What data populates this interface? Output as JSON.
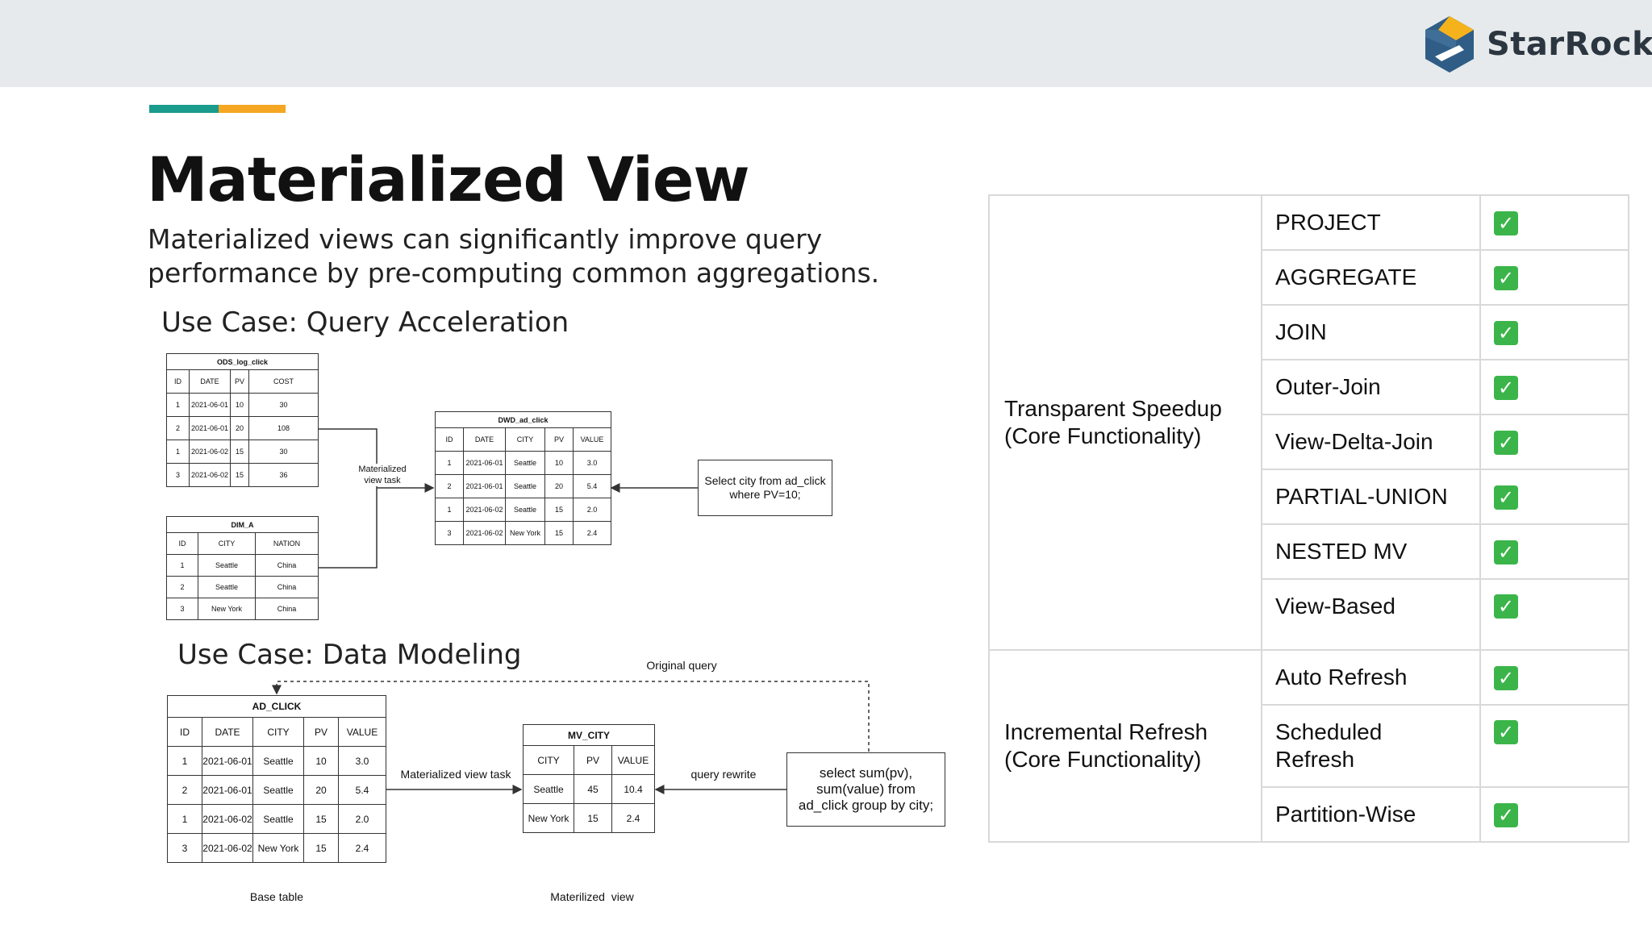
{
  "brand": {
    "name": "StarRocks",
    "colors": {
      "accent_teal": "#1a9b8c",
      "accent_orange": "#f5a623",
      "logo_blue": "#2f5d86",
      "logo_yellow": "#f6b21b"
    }
  },
  "slide": {
    "title": "Materialized View",
    "subtitle": "Materialized views can significantly improve query performance by pre-computing common aggregations."
  },
  "diagram1": {
    "heading": "Use Case: Query Acceleration",
    "ods_log_click": {
      "name": "ODS_log_click",
      "headers": [
        "ID",
        "DATE",
        "PV",
        "COST"
      ],
      "rows": [
        [
          "1",
          "2021-06-01",
          "10",
          "30"
        ],
        [
          "2",
          "2021-06-01",
          "20",
          "108"
        ],
        [
          "1",
          "2021-06-02",
          "15",
          "30"
        ],
        [
          "3",
          "2021-06-02",
          "15",
          "36"
        ]
      ]
    },
    "dim_a": {
      "name": "DIM_A",
      "headers": [
        "ID",
        "CITY",
        "NATION"
      ],
      "rows": [
        [
          "1",
          "Seattle",
          "China"
        ],
        [
          "2",
          "Seattle",
          "China"
        ],
        [
          "3",
          "New York",
          "China"
        ]
      ]
    },
    "dwd_ad_click": {
      "name": "DWD_ad_click",
      "headers": [
        "ID",
        "DATE",
        "CITY",
        "PV",
        "VALUE"
      ],
      "rows": [
        [
          "1",
          "2021-06-01",
          "Seattle",
          "10",
          "3.0"
        ],
        [
          "2",
          "2021-06-01",
          "Seattle",
          "20",
          "5.4"
        ],
        [
          "1",
          "2021-06-02",
          "Seattle",
          "15",
          "2.0"
        ],
        [
          "3",
          "2021-06-02",
          "New York",
          "15",
          "2.4"
        ]
      ]
    },
    "mv_task_label_1": "Materialized",
    "mv_task_label_2": "view task",
    "query_1": "Select city from ad_click",
    "query_2": "where PV=10;"
  },
  "diagram2": {
    "heading": "Use Case: Data Modeling",
    "original_query_label": "Original query",
    "ad_click": {
      "name": "AD_CLICK",
      "headers": [
        "ID",
        "DATE",
        "CITY",
        "PV",
        "VALUE"
      ],
      "rows": [
        [
          "1",
          "2021-06-01",
          "Seattle",
          "10",
          "3.0"
        ],
        [
          "2",
          "2021-06-01",
          "Seattle",
          "20",
          "5.4"
        ],
        [
          "1",
          "2021-06-02",
          "Seattle",
          "15",
          "2.0"
        ],
        [
          "3",
          "2021-06-02",
          "New York",
          "15",
          "2.4"
        ]
      ]
    },
    "mv_city": {
      "name": "MV_CITY",
      "headers": [
        "CITY",
        "PV",
        "VALUE"
      ],
      "rows": [
        [
          "Seattle",
          "45",
          "10.4"
        ],
        [
          "New York",
          "15",
          "2.4"
        ]
      ]
    },
    "mv_task_label": "Materialized view task",
    "query_rewrite_label": "query rewrite",
    "query_1": "select sum(pv),",
    "query_2": "sum(value) from",
    "query_3": "ad_click group by city;",
    "base_table_label": "Base table",
    "materialized_view_label": "Materilized  view"
  },
  "features": {
    "groups": [
      {
        "category_1": "Transparent Speedup",
        "category_2": "(Core Functionality)",
        "items": [
          "PROJECT",
          "AGGREGATE",
          "JOIN",
          "Outer-Join",
          "View-Delta-Join",
          "PARTIAL-UNION",
          "NESTED MV",
          "View-Based"
        ]
      },
      {
        "category_1": "Incremental Refresh",
        "category_2": "(Core Functionality)",
        "items": [
          "Auto Refresh",
          "Scheduled Refresh",
          "Partition-Wise"
        ]
      }
    ],
    "check_glyph": "✓",
    "check_color": "#3bb54a"
  }
}
